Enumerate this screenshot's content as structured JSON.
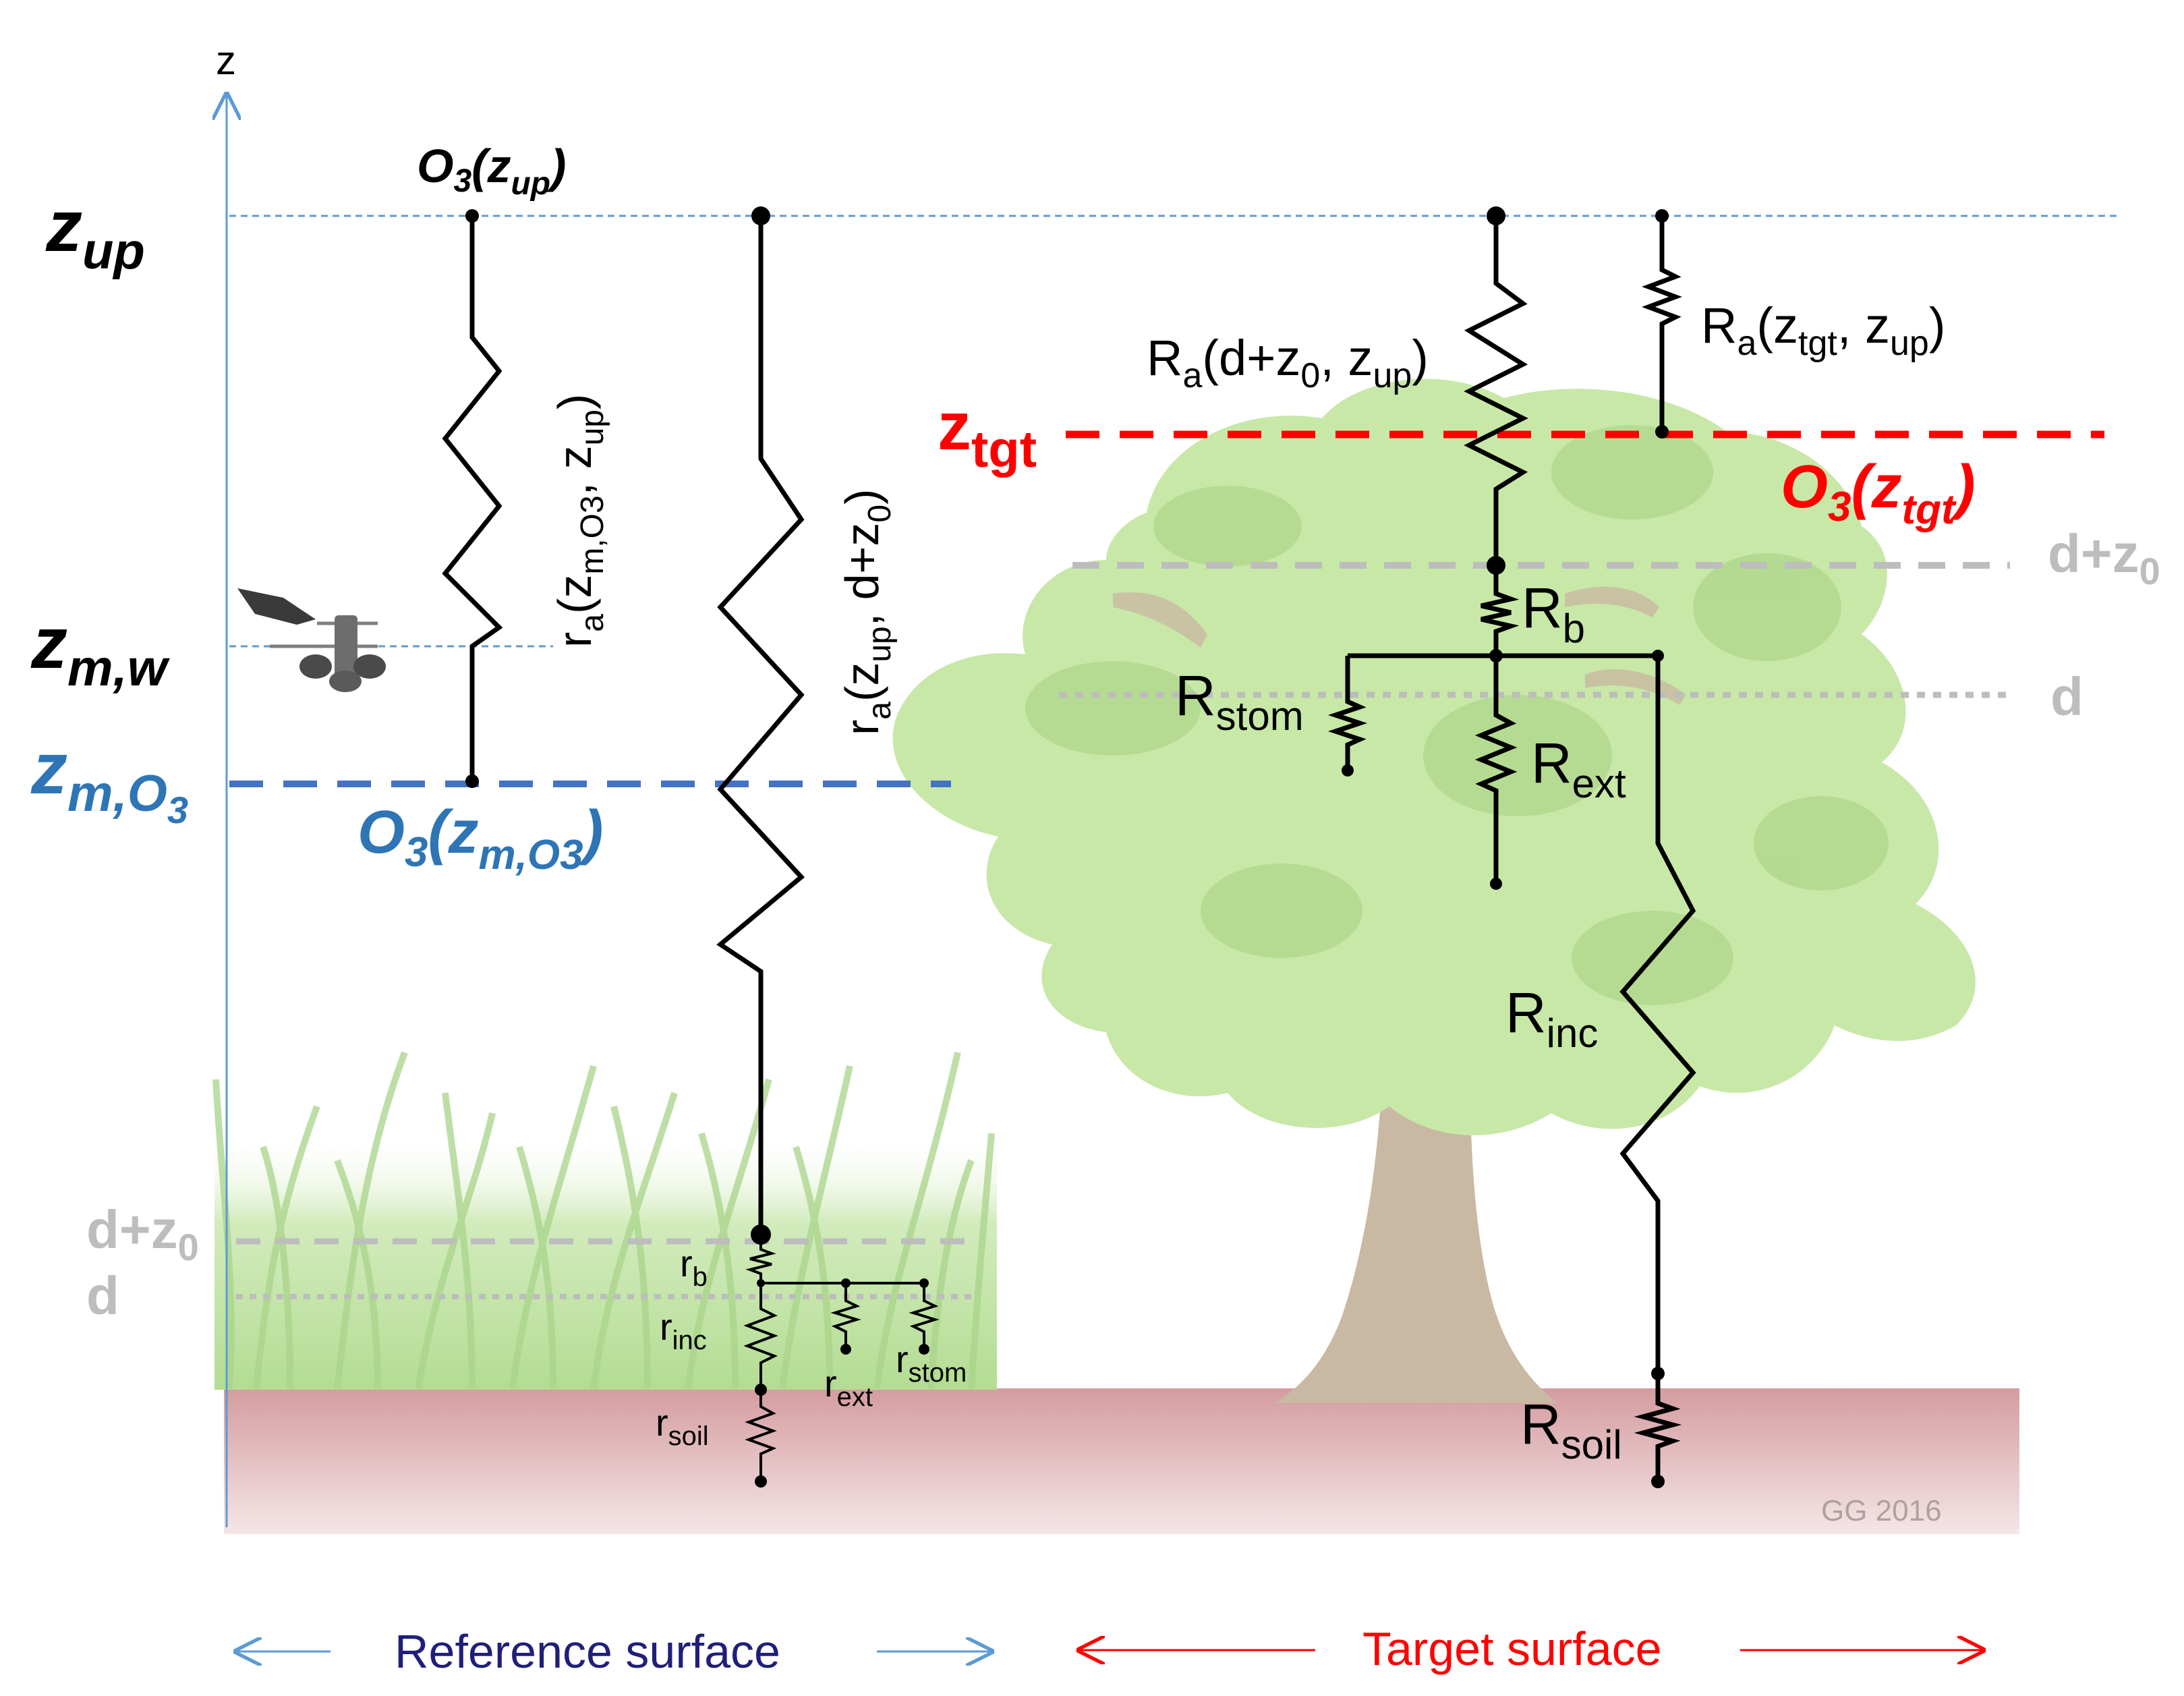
{
  "axis": {
    "z_label": "z"
  },
  "levels": {
    "z_up": {
      "main": "z",
      "sub": "up"
    },
    "z_m_w": {
      "main": "z",
      "sub": "m,w"
    },
    "z_m_o3": {
      "main": "z",
      "sub": "m,O",
      "sub2": "3"
    },
    "z_tgt": {
      "main": "z",
      "sub": "tgt"
    },
    "grass_d_z0": {
      "main": "d+z",
      "sub": "0"
    },
    "grass_d": "d",
    "tree_d_z0": {
      "main": "d+z",
      "sub": "0"
    },
    "tree_d": "d"
  },
  "concentrations": {
    "o3_up": {
      "pre": "O",
      "sub3": "3",
      "open": "(z",
      "sub": "up",
      "close": ")"
    },
    "o3_m": {
      "pre": "O",
      "sub3": "3",
      "open": "(z",
      "sub": "m,O3",
      "close": ")"
    },
    "o3_tgt": {
      "pre": "O",
      "sub3": "3",
      "open": "(z",
      "sub": "tgt",
      "close": ")"
    }
  },
  "reference_resistances": {
    "ra_m": {
      "r": "r",
      "a": "a",
      "open": "(z",
      "s1": "m,O3",
      "mid": ", z",
      "s2": "up",
      "close": ")"
    },
    "ra_up": {
      "r": "r",
      "a": "a",
      "open": "(z",
      "s1": "up",
      "mid": ", d+z",
      "s2": "0",
      "close": ")"
    },
    "rb": {
      "r": "r",
      "sub": "b"
    },
    "rinc": {
      "r": "r",
      "sub": "inc"
    },
    "rext": {
      "r": "r",
      "sub": "ext"
    },
    "rstom": {
      "r": "r",
      "sub": "stom"
    },
    "rsoil": {
      "r": "r",
      "sub": "soil"
    }
  },
  "target_resistances": {
    "Ra_d": {
      "r": "R",
      "a": "a",
      "open": "(d+z",
      "s1": "0",
      "mid": ", z",
      "s2": "up",
      "close": ")"
    },
    "Ra_tgt": {
      "r": "R",
      "a": "a",
      "open": "(z",
      "s1": "tgt",
      "mid": ", z",
      "s2": "up",
      "close": ")"
    },
    "Rb": {
      "r": "R",
      "sub": "b"
    },
    "Rstom": {
      "r": "R",
      "sub": "stom"
    },
    "Rext": {
      "r": "R",
      "sub": "ext"
    },
    "Rinc": {
      "r": "R",
      "sub": "inc"
    },
    "Rsoil": {
      "r": "R",
      "sub": "soil"
    }
  },
  "footer": {
    "reference_surface": "Reference surface",
    "target_surface": "Target surface",
    "credit": "GG 2016"
  },
  "colors": {
    "axis_blue": "#5b9bd5",
    "level_blue": "#2e75b6",
    "target_red": "#ff0000",
    "footer_navy": "#1f1f7a",
    "soil": "#d8a8ab",
    "grass": "#bfe3a1",
    "foliage": "#c8e8a8",
    "trunk": "#c9b9a2",
    "grey_level": "#bdbdbd"
  }
}
